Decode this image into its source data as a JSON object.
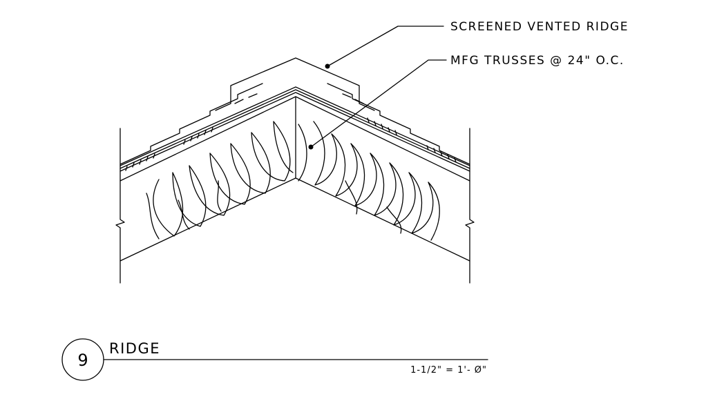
{
  "callouts": {
    "ridge_vent": "SCREENED VENTED RIDGE",
    "trusses": "MFG TRUSSES @ 24\" O.C."
  },
  "title_block": {
    "detail_number": "9",
    "title": "RIDGE",
    "scale": "1-1/2\" = 1'- Ø\""
  },
  "colors": {
    "line": "#000000",
    "background": "#ffffff"
  }
}
